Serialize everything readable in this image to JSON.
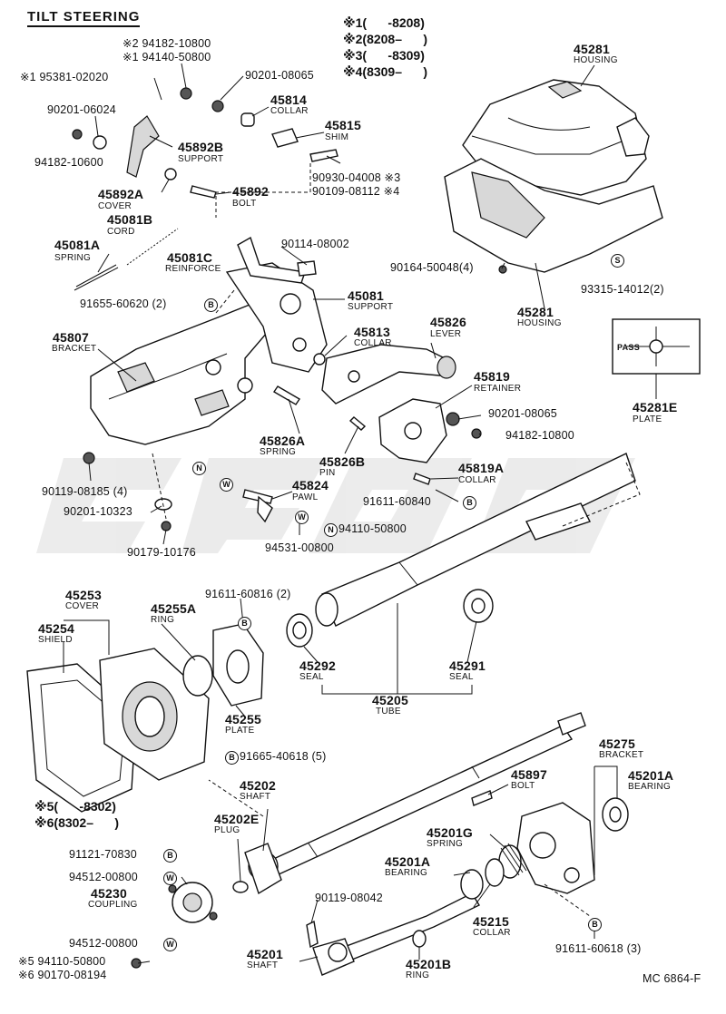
{
  "title": "TILT STEERING",
  "footer": "MC 6864-F",
  "notes_top": [
    {
      "mark": "※1",
      "text": "(      -8208)"
    },
    {
      "mark": "※2",
      "text": "(8208–      )"
    },
    {
      "mark": "※3",
      "text": "(      -8309)"
    },
    {
      "mark": "※4",
      "text": "(8309–      )"
    }
  ],
  "notes_mid": [
    {
      "mark": "※5",
      "text": "(      -8302)"
    },
    {
      "mark": "※6",
      "text": "(8302–      )"
    }
  ],
  "parts": {
    "n94182_10800_s2": "※2 94182-10800",
    "n94140_50800_s1": "※1 94140-50800",
    "n95381_02020": "※1 95381-02020",
    "n90201_08065a": "90201-08065",
    "n90201_06024": "90201-06024",
    "n45814": "45814",
    "c45814": "COLLAR",
    "n45815": "45815",
    "c45815": "SHIM",
    "n45892b": "45892B",
    "c45892b": "SUPPORT",
    "n94182_10600": "94182-10600",
    "n90930": "90930-04008 ※3",
    "n90109": "90109-08112 ※4",
    "n45892a": "45892A",
    "c45892a": "COVER",
    "n45892": "45892",
    "c45892": "BOLT",
    "n45081b": "45081B",
    "c45081b": "CORD",
    "n45081a": "45081A",
    "c45081a": "SPRING",
    "n45081c": "45081C",
    "c45081c": "REINFORCE",
    "n90114": "90114-08002",
    "n91655_60620": "91655-60620 (2)",
    "n45081": "45081",
    "c45081": "SUPPORT",
    "n45807": "45807",
    "c45807": "BRACKET",
    "n45813": "45813",
    "c45813": "COLLAR",
    "n45826": "45826",
    "c45826": "LEVER",
    "n45819": "45819",
    "c45819": "RETAINER",
    "n90201_08065b": "90201-08065",
    "n94182_10800": "94182-10800",
    "n45826a": "45826A",
    "c45826a": "SPRING",
    "n45826b": "45826B",
    "c45826b": "PIN",
    "n45819a": "45819A",
    "c45819a": "COLLAR",
    "n90119_08185": "90119-08185 (4)",
    "n45824": "45824",
    "c45824": "PAWL",
    "n91611_60840": "91611-60840",
    "n90201_10323": "90201-10323",
    "n94110_50800": "94110-50800",
    "n90179_10176": "90179-10176",
    "n94531_00800": "94531-00800",
    "n45281_top": "45281",
    "c45281_top": "HOUSING",
    "n90164": "90164-50048(4)",
    "n45281_bot": "45281",
    "c45281_bot": "HOUSING",
    "n93315": "93315-14012(2)",
    "n45281e": "45281E",
    "c45281e": "PLATE",
    "plate_text": "PASS",
    "n45253": "45253",
    "c45253": "COVER",
    "n45254": "45254",
    "c45254": "SHIELD",
    "n45255a": "45255A",
    "c45255a": "RING",
    "n91611_60816": "91611-60816 (2)",
    "n45255": "45255",
    "c45255": "PLATE",
    "n45292": "45292",
    "c45292": "SEAL",
    "n45291": "45291",
    "c45291": "SEAL",
    "n45205": "45205",
    "c45205": "TUBE",
    "n91665_40618": "91665-40618 (5)",
    "n45202": "45202",
    "c45202": "SHAFT",
    "n45202e": "45202E",
    "c45202e": "PLUG",
    "n45275": "45275",
    "c45275": "BRACKET",
    "n45201a_r": "45201A",
    "c45201a_r": "BEARING",
    "n45897": "45897",
    "c45897": "BOLT",
    "n45201g": "45201G",
    "c45201g": "SPRING",
    "n45201a_m": "45201A",
    "c45201a_m": "BEARING",
    "n91121": "91121-70830",
    "n94512_a": "94512-00800",
    "n45230": "45230",
    "c45230": "COUPLING",
    "n94512_b": "94512-00800",
    "n90119_08042": "90119-08042",
    "n45215": "45215",
    "c45215": "COLLAR",
    "n91611_60618": "91611-60618 (3)",
    "n94110_s5": "※5 94110-50800",
    "n90170_s6": "※6 90170-08194",
    "n45201": "45201",
    "c45201": "SHAFT",
    "n45201b": "45201B",
    "c45201b": "RING"
  },
  "badges": {
    "B": "B",
    "N": "N",
    "W": "W",
    "S": "S"
  }
}
